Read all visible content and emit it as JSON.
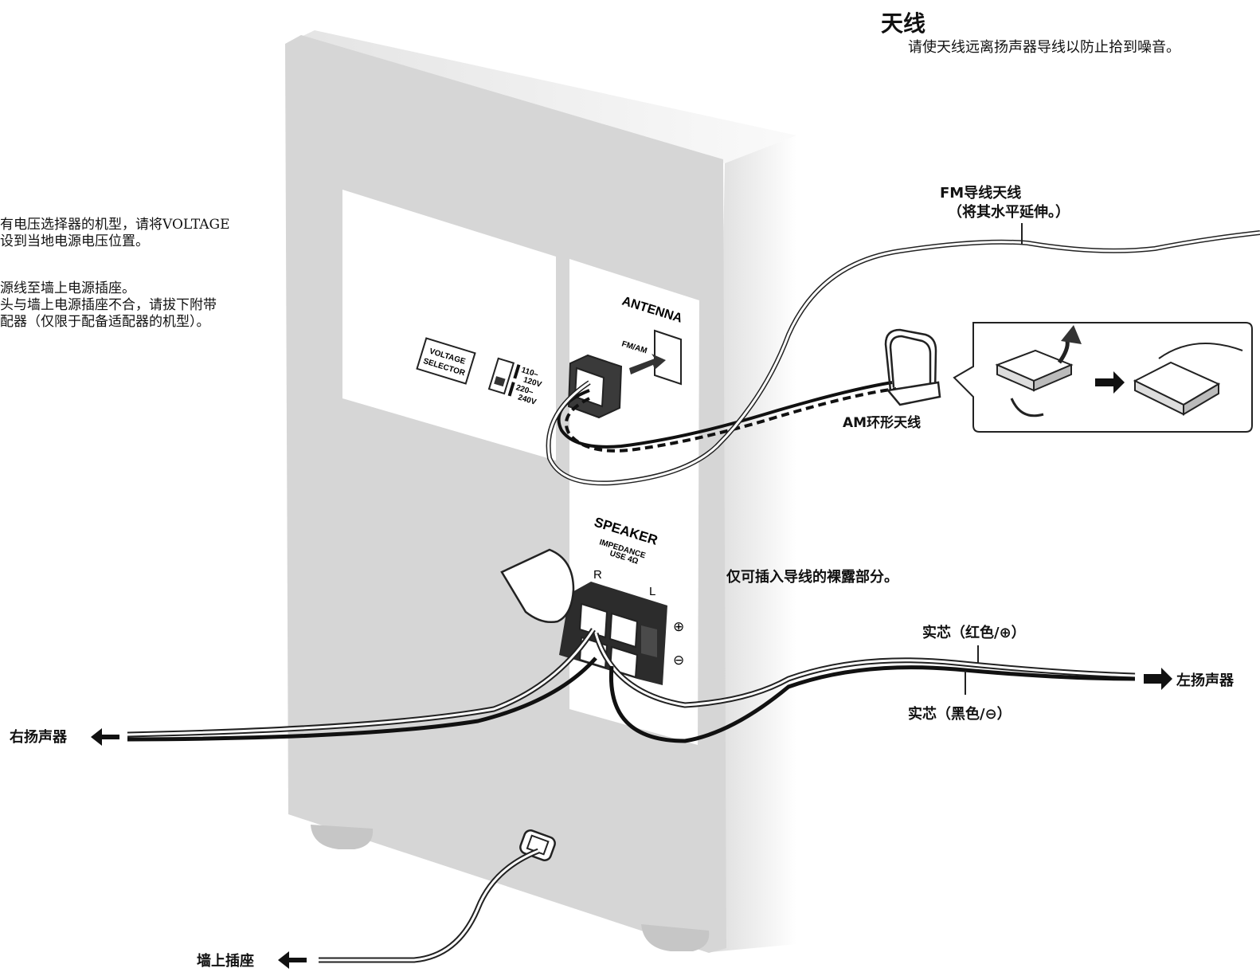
{
  "header": {
    "title": "天线",
    "subtitle": "请使天线远离扬声器导线以防止拾到噪音。"
  },
  "left_notes": {
    "voltage_line1": "有电压选择器的机型，请将VOLTAGE",
    "voltage_line2": "设到当地电源电压位置。",
    "power_line1": "源线至墙上电源插座。",
    "power_line2": "头与墙上电源插座不合，请拔下附带",
    "power_line3": "配器（仅限于配备适配器的机型）。"
  },
  "panel": {
    "voltage_selector": [
      "VOLTAGE",
      "SELECTOR"
    ],
    "voltage_110": [
      "110–",
      "120V"
    ],
    "voltage_220": [
      "220–",
      "240V"
    ],
    "antenna": "ANTENNA",
    "fm_am": "FM/AM",
    "speaker": "SPEAKER",
    "impedance": "IMPEDANCE",
    "use_ohm": "USE 4Ω",
    "right": "R",
    "left": "L",
    "plus": "⊕",
    "minus": "⊖"
  },
  "labels": {
    "fm_antenna": "FM导线天线",
    "fm_antenna_note": "（将其水平延伸。）",
    "am_antenna": "AM环形天线",
    "bare_wire_note": "仅可插入导线的裸露部分。",
    "solid_red": "实芯（红色/⊕）",
    "solid_black": "实芯（黑色/⊖）",
    "left_speaker": "左扬声器",
    "right_speaker": "右扬声器",
    "wall_outlet": "墙上插座"
  },
  "icons": {
    "arrow_left": "arrow-left-icon",
    "arrow_right": "arrow-right-icon"
  }
}
